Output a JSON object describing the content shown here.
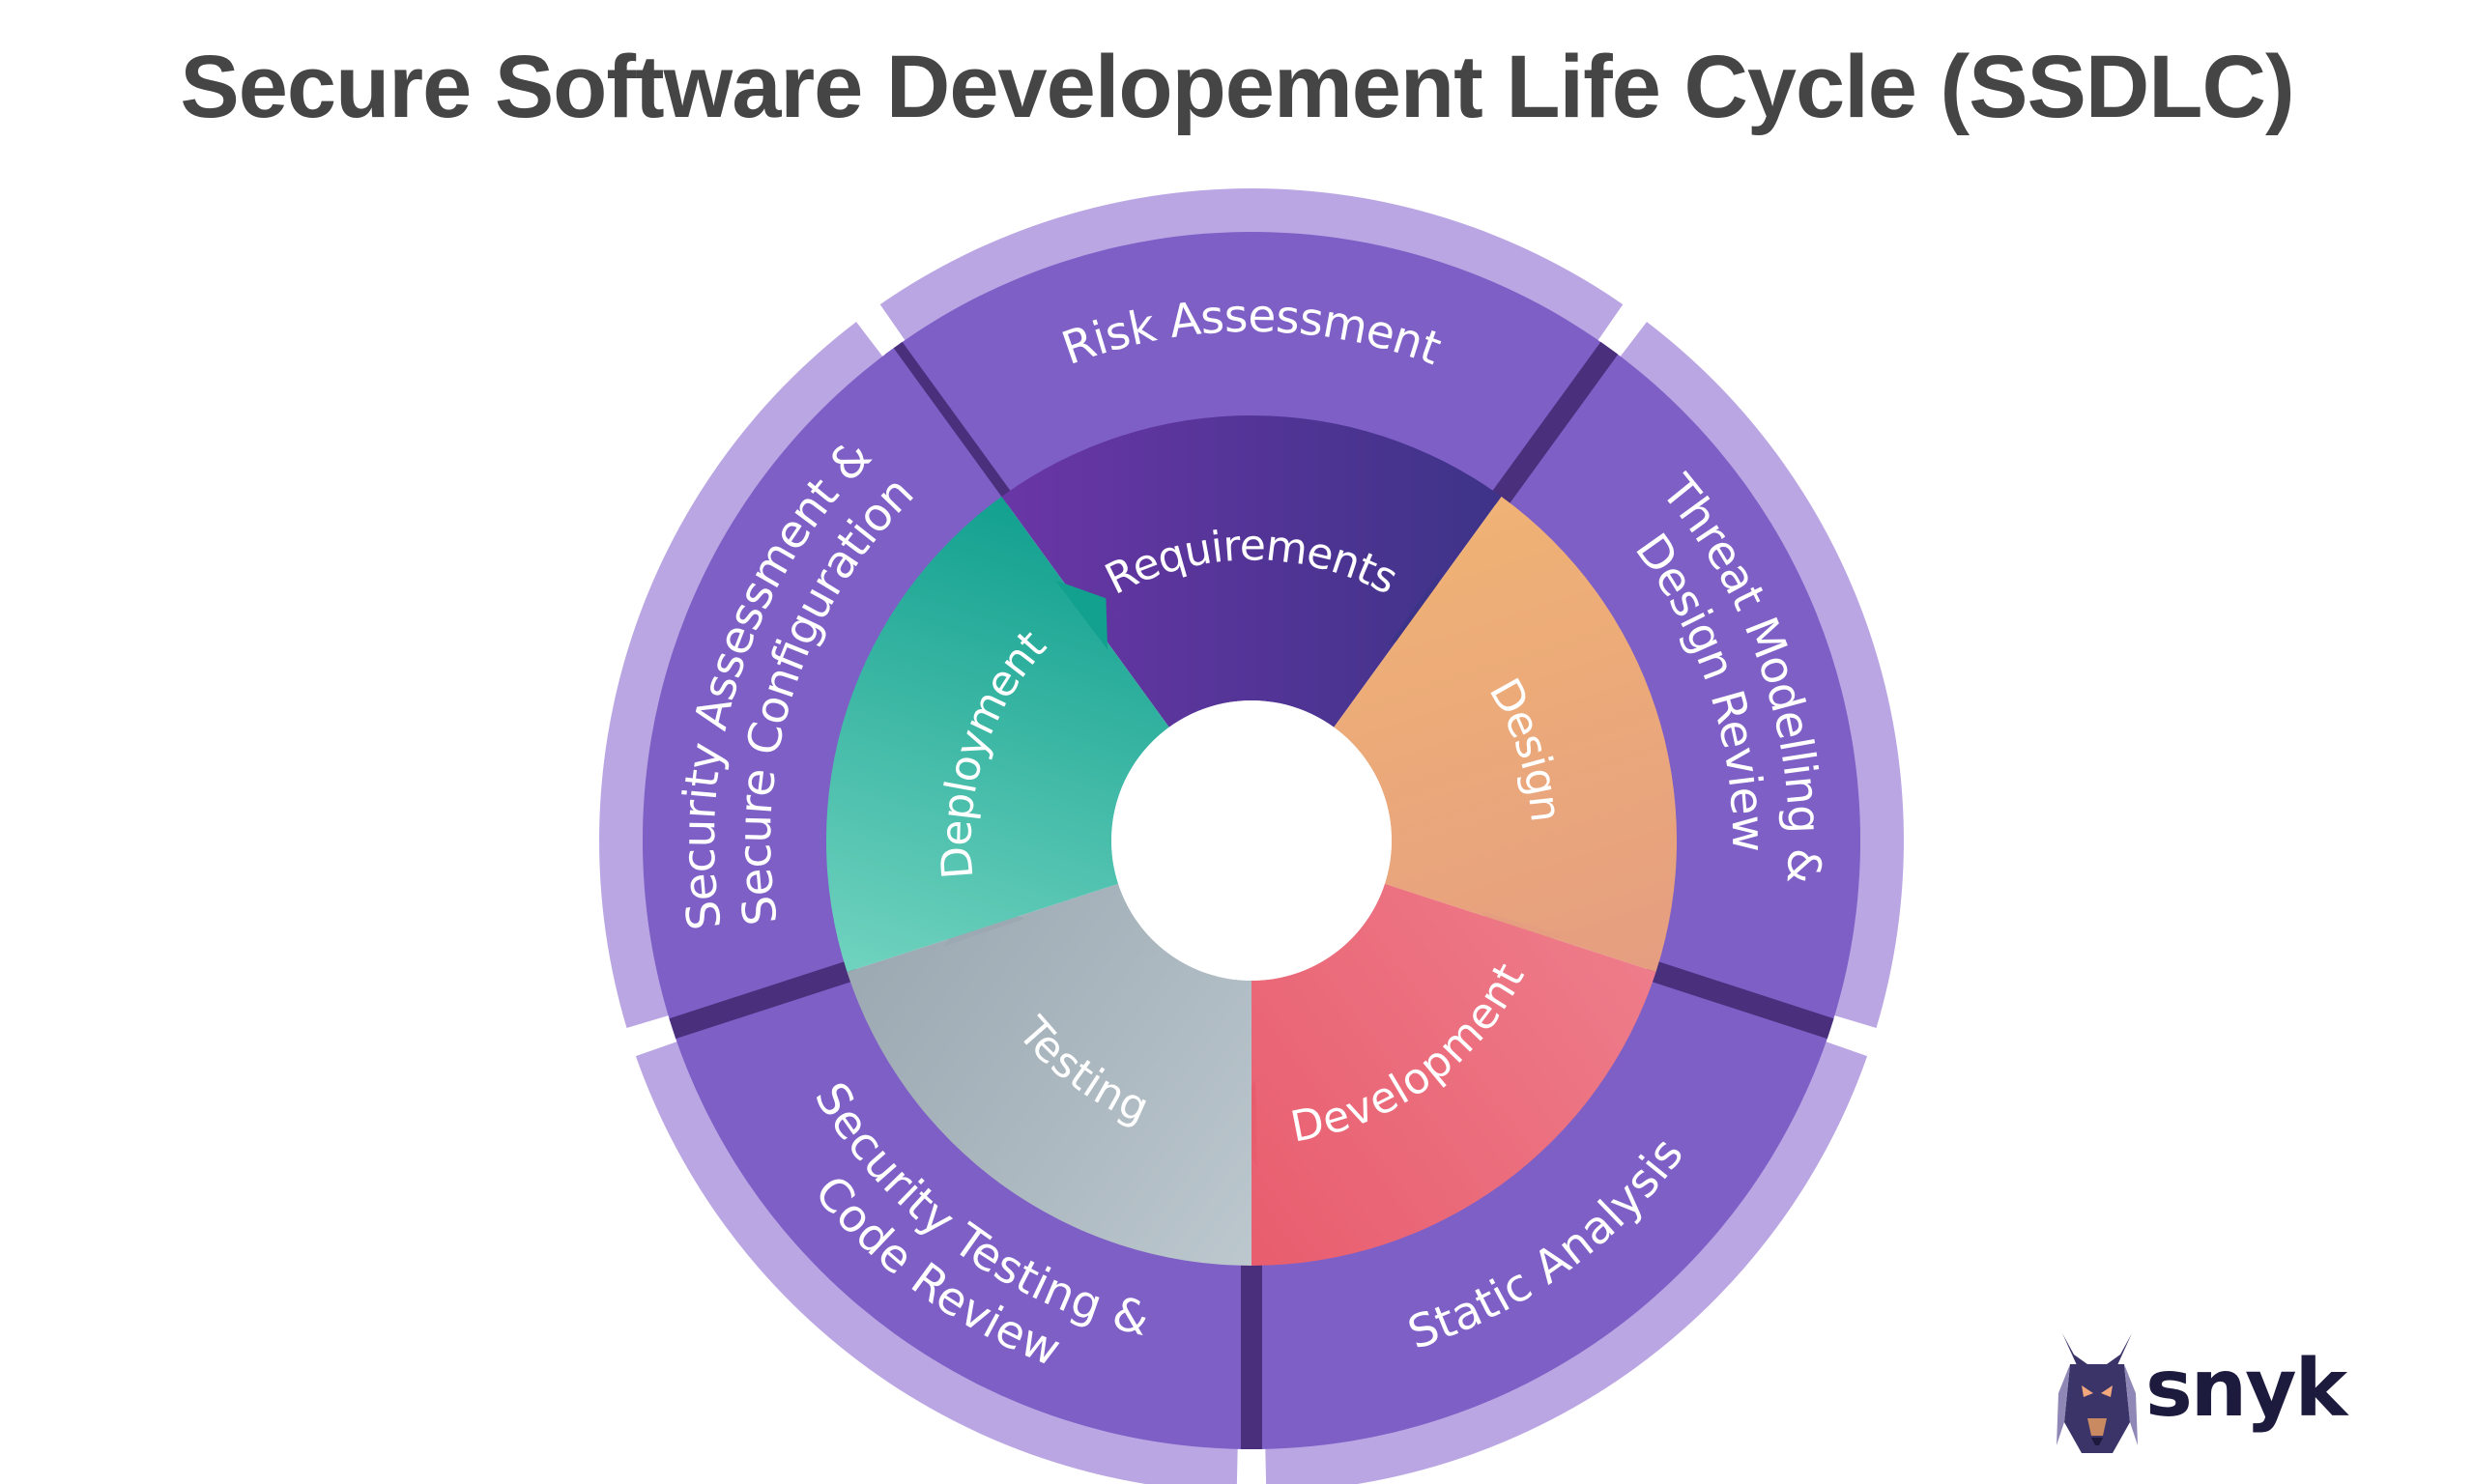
{
  "title": "Secure Software Developement Life Cycle (SSDLC)",
  "phases": [
    {
      "label": "Requirements",
      "colors": [
        "#6a36a6",
        "#3d3388"
      ]
    },
    {
      "label": "Design",
      "colors": [
        "#f0b275",
        "#e59e80"
      ]
    },
    {
      "label": "Development",
      "colors": [
        "#ee7c8a",
        "#e85d6e"
      ]
    },
    {
      "label": "Testing",
      "colors": [
        "#bcc7ce",
        "#9ca9b2"
      ]
    },
    {
      "label": "Deployment",
      "colors": [
        "#70d3bf",
        "#12a08f"
      ]
    }
  ],
  "activities": [
    {
      "lines": [
        "Risk Assessment"
      ]
    },
    {
      "lines": [
        "Threat Modelling &",
        "Design Review"
      ]
    },
    {
      "lines": [
        "Static Analysis"
      ]
    },
    {
      "lines": [
        "Security Testing &",
        "Code Review"
      ]
    },
    {
      "lines": [
        "Security Assessment &",
        "Secure Configuration"
      ]
    }
  ],
  "colors": {
    "outer_band": "#7e5fc6",
    "outer_rim": "#bba6e4",
    "seam": "#4a2f7c",
    "title": "#454545"
  },
  "logo": {
    "text": "snyk"
  }
}
